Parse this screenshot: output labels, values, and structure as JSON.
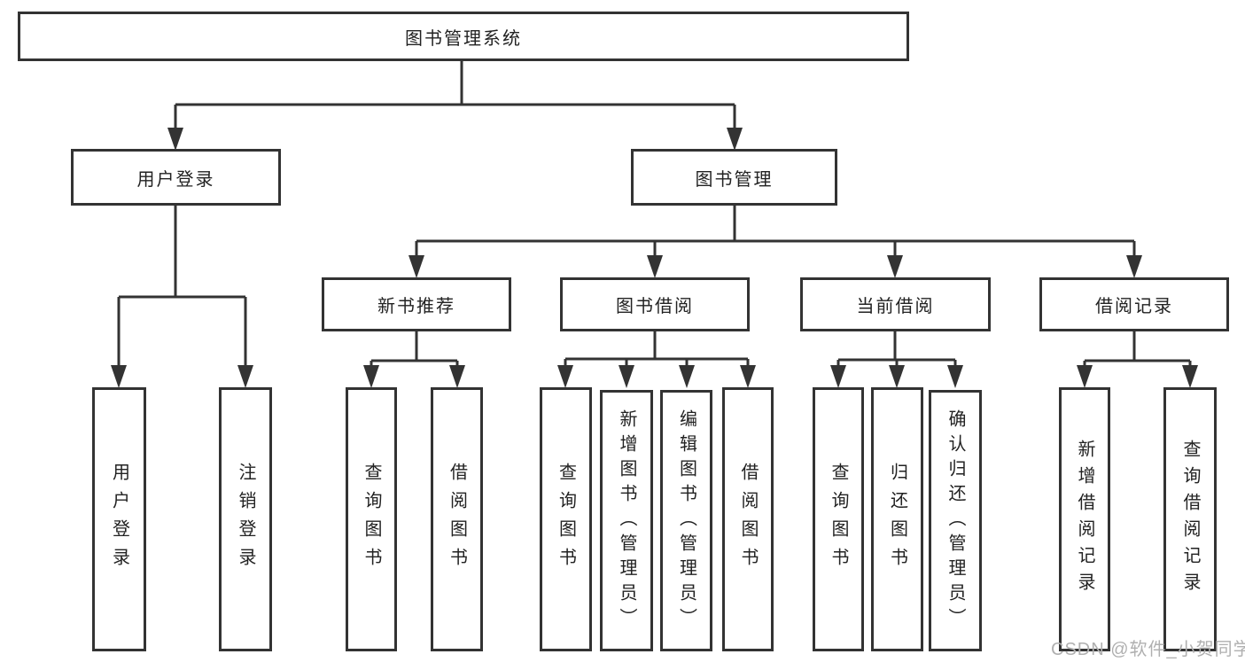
{
  "diagram": {
    "root": {
      "label": "图书管理系统"
    },
    "level2": {
      "user_login": {
        "label": "用户登录"
      },
      "book_management": {
        "label": "图书管理"
      }
    },
    "level3": {
      "new_book_recommend": {
        "label": "新书推荐"
      },
      "book_borrow": {
        "label": "图书借阅"
      },
      "current_borrow": {
        "label": "当前借阅"
      },
      "borrow_record": {
        "label": "借阅记录"
      }
    },
    "leaves": {
      "user_login_leaf": {
        "label": "用户登录"
      },
      "logout": {
        "label": "注销登录"
      },
      "recommend_query_books": {
        "label": "查询图书"
      },
      "recommend_borrow_books": {
        "label": "借阅图书"
      },
      "borrow_query_books": {
        "label": "查询图书"
      },
      "add_books_admin": {
        "label": "新增图书（管理员）"
      },
      "edit_books_admin": {
        "label": "编辑图书（管理员）"
      },
      "borrow_borrow_books": {
        "label": "借阅图书"
      },
      "current_query_books": {
        "label": "查询图书"
      },
      "return_books": {
        "label": "归还图书"
      },
      "confirm_return_admin": {
        "label": "确认归还（管理员）"
      },
      "add_borrow_record": {
        "label": "新增借阅记录"
      },
      "query_borrow_record": {
        "label": "查询借阅记录"
      }
    }
  },
  "watermark": {
    "text": "CSDN @软件_小贺同学"
  },
  "colors": {
    "line": "#333333",
    "text": "#222222",
    "watermark": "#b0b0b0",
    "background": "#ffffff"
  }
}
